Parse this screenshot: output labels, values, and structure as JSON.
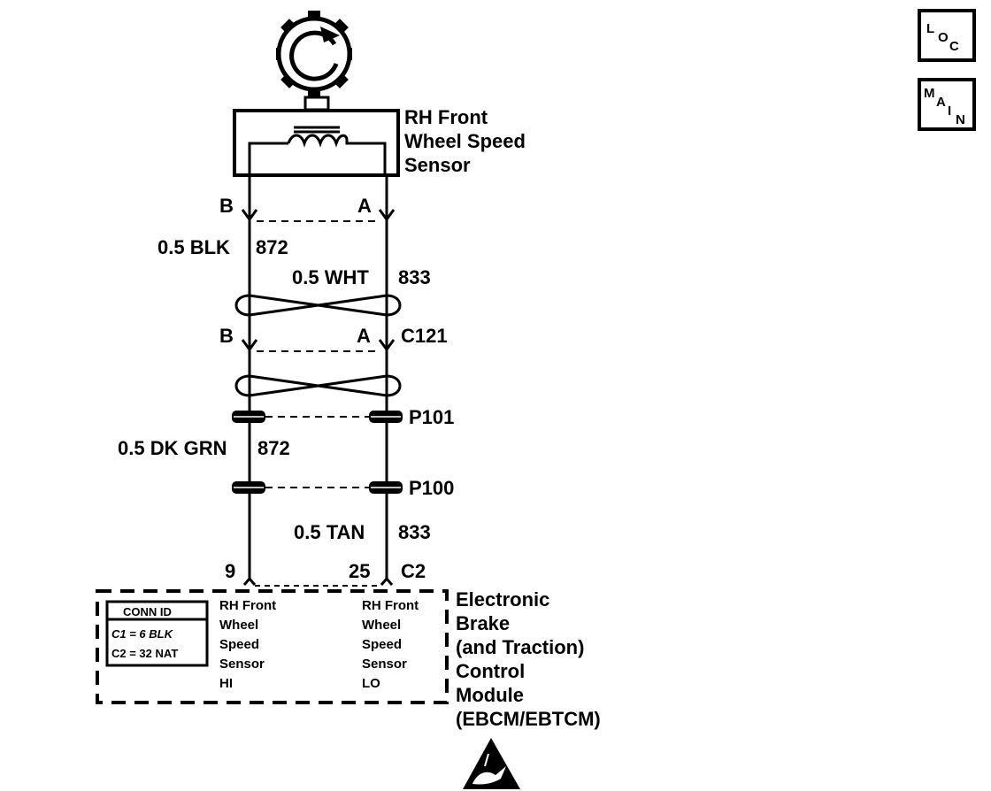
{
  "top_right_buttons": {
    "loc": {
      "l": "L",
      "o": "O",
      "c": "C"
    },
    "main": {
      "m": "M",
      "a": "A",
      "i": "I",
      "n": "N"
    }
  },
  "sensor": {
    "name_line1": "RH Front",
    "name_line2": "Wheel Speed",
    "name_line3": "Sensor"
  },
  "sensor_connector": {
    "pin_left": "B",
    "pin_right": "A"
  },
  "wires_upper": {
    "left_gauge_color": "0.5 BLK",
    "left_circuit": "872",
    "right_gauge_color": "0.5 WHT",
    "right_circuit": "833"
  },
  "connector_c121": {
    "pin_left": "B",
    "pin_right": "A",
    "name": "C121"
  },
  "splice_p101": {
    "name": "P101"
  },
  "wires_middle": {
    "left_gauge_color": "0.5 DK GRN",
    "left_circuit": "872"
  },
  "splice_p100": {
    "name": "P100"
  },
  "wires_lower": {
    "right_gauge_color": "0.5 TAN",
    "right_circuit": "833"
  },
  "module_connector": {
    "pin_left": "9",
    "pin_right": "25",
    "name": "C2"
  },
  "conn_id_box": {
    "title": "CONN ID",
    "row1": "C1 = 6 BLK",
    "row2": "C2 = 32 NAT"
  },
  "module_pins": {
    "hi": [
      "RH Front",
      "Wheel",
      "Speed",
      "Sensor",
      "HI"
    ],
    "lo": [
      "RH Front",
      "Wheel",
      "Speed",
      "Sensor",
      "LO"
    ]
  },
  "module": {
    "line1": "Electronic",
    "line2": "Brake",
    "line3": "(and Traction)",
    "line4": "Control",
    "line5": "Module",
    "line6": "(EBCM/EBTCM)"
  },
  "icons": [
    "tone-wheel-icon",
    "esd-warning-icon"
  ]
}
